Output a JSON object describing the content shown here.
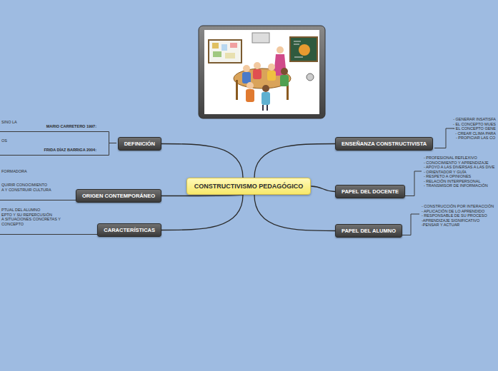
{
  "diagram": {
    "nodes": [
      {
        "text": [
          "CONSTRUCTIVISMO PEDAGÓGICO"
        ]
      },
      {
        "text": [
          "DEFINICIÓN"
        ]
      },
      {
        "text": [
          "ORIGEN CONTEMPORÁNEO"
        ]
      },
      {
        "text": [
          "CARACTERÍSTICAS"
        ]
      },
      {
        "text": [
          "ENSEÑANZA CONSTRUCTIVISTA"
        ]
      },
      {
        "text": [
          "PAPEL DEL DOCENTE"
        ]
      },
      {
        "text": [
          "PAPEL DEL ALUMNO"
        ]
      }
    ],
    "edges": [
      {
        "from": 0,
        "to": 1,
        "arrow": "none"
      },
      {
        "from": 0,
        "to": 2,
        "arrow": "none"
      },
      {
        "from": 0,
        "to": 3,
        "arrow": "none"
      },
      {
        "from": 0,
        "to": 4,
        "arrow": "none"
      },
      {
        "from": 0,
        "to": 5,
        "arrow": "none"
      },
      {
        "from": 0,
        "to": 6,
        "arrow": "none"
      }
    ],
    "labels": [
      "SINO LA",
      "MARIO CARRETERO 1997:",
      "OS",
      "FRIDA DÍAZ BARRIGA 2004:",
      "FORMADORA",
      "QUIRIR CONOCIMIENTO",
      "A Y CONSTRUIR CULTURA",
      "PTUAL DEL ALUMNO",
      "EPTO Y SU REPERCUSIÓN",
      "A SITUACIONES CONCRETAS Y",
      "CONCEPTO",
      "- GENERAR INSATISFA",
      "- EL CONCEPTO MUES",
      "- EL CONCEPTO GENE",
      "- CREAR CLIMA PARA",
      "- PROPICIAR LAS CO",
      "- PROFESIONAL REFLEXIVO",
      "- CONOCIMIENTO Y APRENDIZAJE",
      "- APOYO A LAS DIVERSAS A LAS DIVE",
      "- ORIENTADOR Y GUÍA",
      "- RESPETO A OPINIONES",
      "- RELACIÓN INTERPERSONAL",
      "- TRANSMISOR DE INFORMACIÓN",
      "- CONSTRUCCIÓN POR INTERACCIÓN",
      "- APLICACIÓN DE LO APRENDIDO",
      "- RESPONSABLE DE SU PROCESO",
      "-APRENDIZAJE SIGNIFICATIVO",
      "-PENSAR Y ACTUAR"
    ]
  }
}
